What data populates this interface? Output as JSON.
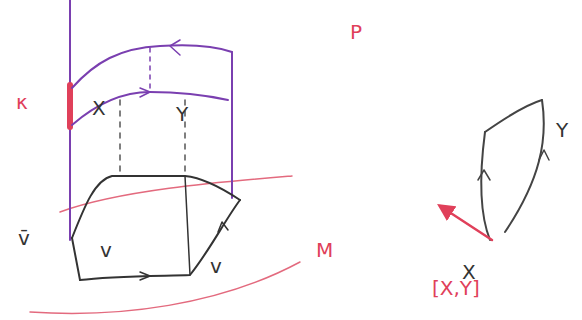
{
  "diagram": {
    "labels": [
      "κ",
      "X",
      "Y",
      "v̄",
      "v",
      "v",
      "M",
      "P",
      "X",
      "Y",
      "[X,Y]"
    ]
  }
}
